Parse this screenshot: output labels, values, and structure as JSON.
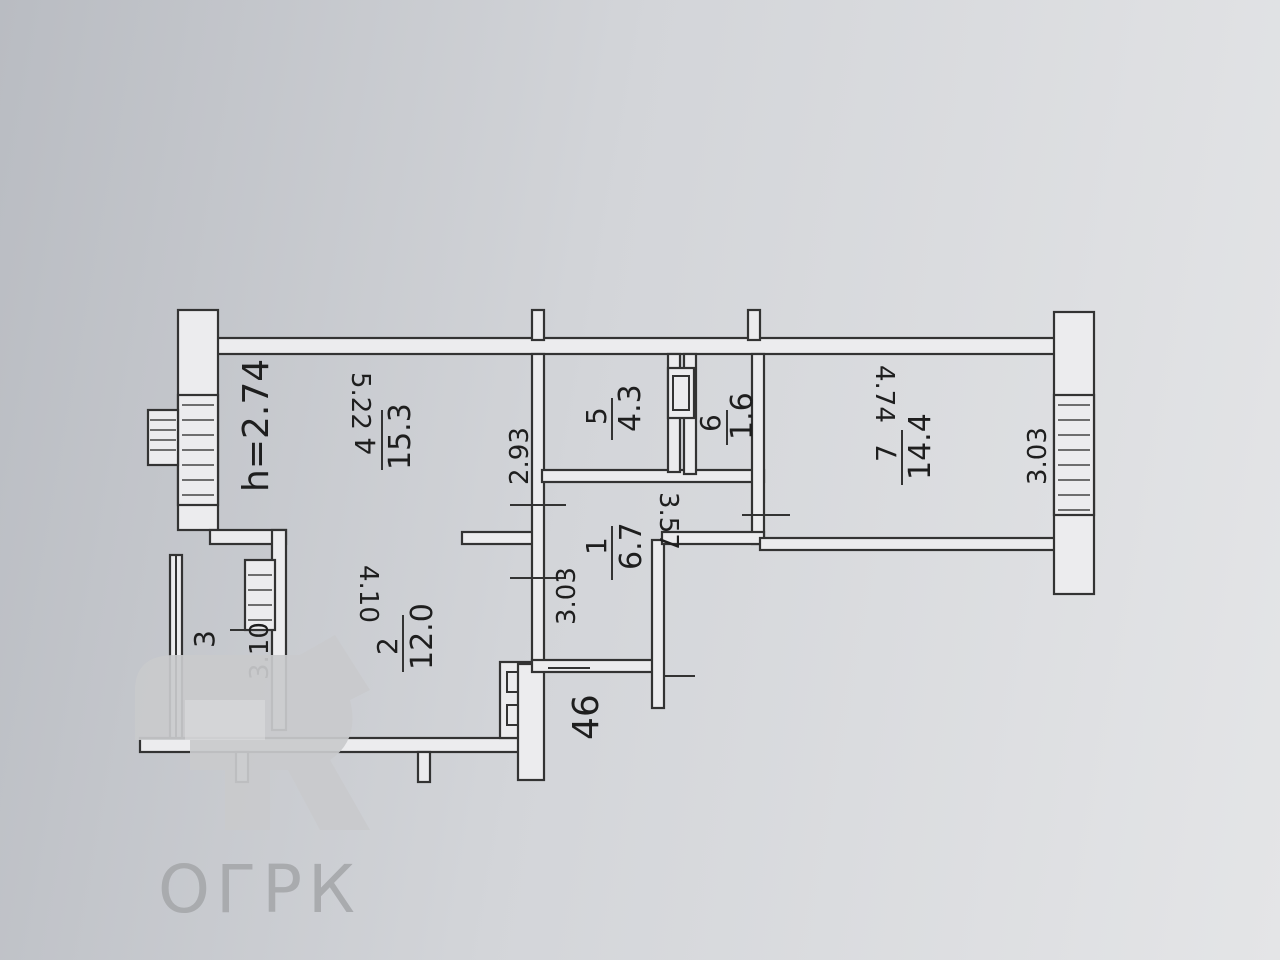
{
  "plan": {
    "ceiling_height": "h=2.74",
    "entrance_label": "46",
    "rooms": [
      {
        "number": "1",
        "area": "6.7"
      },
      {
        "number": "2",
        "area": "12.0"
      },
      {
        "number": "3",
        "area": ""
      },
      {
        "number": "4",
        "area": "15.3"
      },
      {
        "number": "5",
        "area": "4.3"
      },
      {
        "number": "6",
        "area": "1.6"
      },
      {
        "number": "7",
        "area": "14.4"
      }
    ],
    "dimensions": {
      "room4_length": "5.22",
      "room4_width": "2.93",
      "room2_length": "4.10",
      "room2_width": "3.03",
      "balcony_length": "3.10",
      "hall_length": "3.57",
      "room7_length": "4.74",
      "room7_width": "3.03"
    }
  },
  "watermark": {
    "text": "ОГРК",
    "color": "#a9abae"
  }
}
